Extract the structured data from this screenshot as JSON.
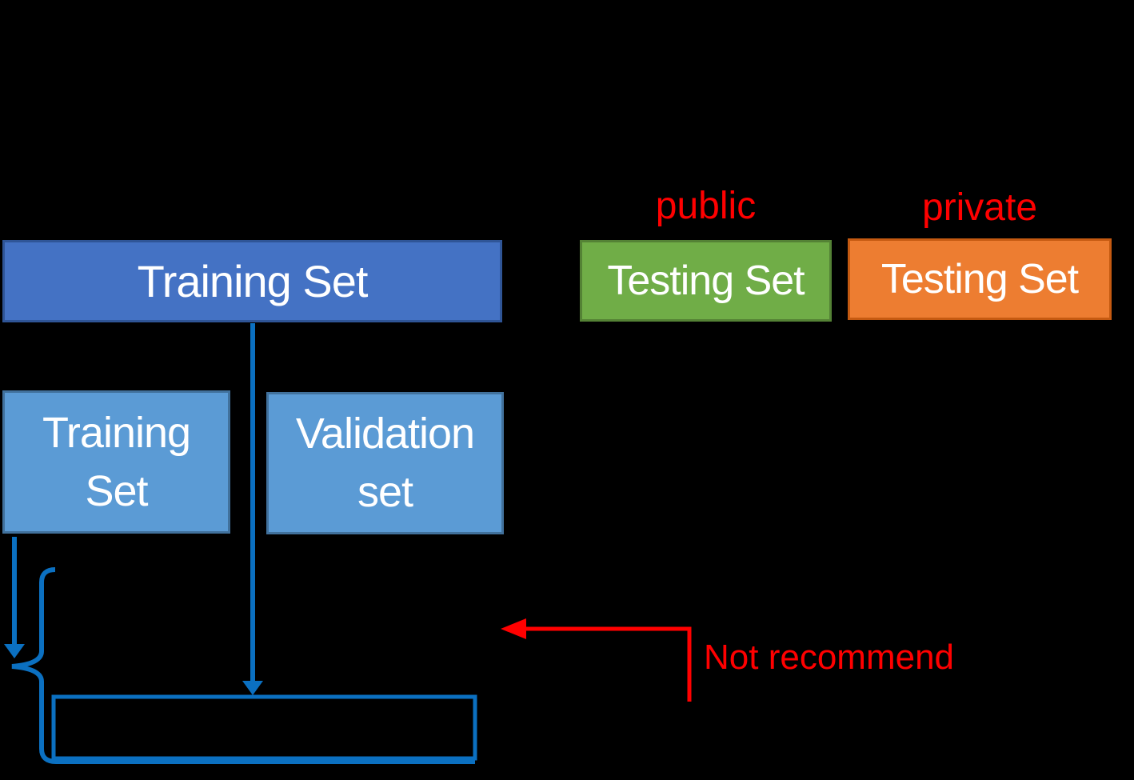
{
  "colors": {
    "background": "#000000",
    "box_blue": "#4472c4",
    "box_blue_border": "#2f5597",
    "box_light": "#5b9bd5",
    "box_light_border": "#41719c",
    "box_green": "#70ad47",
    "box_green_border": "#548235",
    "box_orange": "#ed7d31",
    "box_orange_border": "#c55a11",
    "line_blue": "#0b70c1",
    "red": "#ff0000",
    "text_white": "#ffffff"
  },
  "boxes": {
    "training_full": {
      "label": "Training Set"
    },
    "training_sub": {
      "line1": "Training",
      "line2": "Set"
    },
    "validation_sub": {
      "line1": "Validation",
      "line2": "set"
    },
    "testing_public": {
      "label": "Testing Set",
      "tag": "public"
    },
    "testing_private": {
      "label": "Testing Set",
      "tag": "private"
    }
  },
  "annotations": {
    "not_recommend": "Not recommend"
  }
}
